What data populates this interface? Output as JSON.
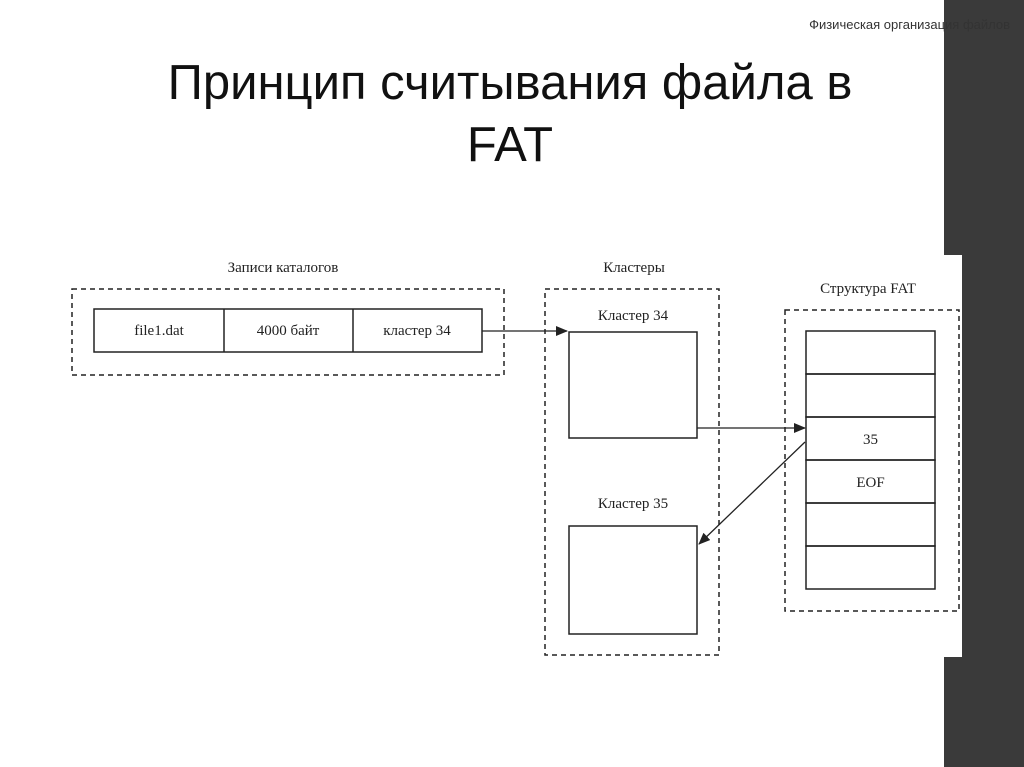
{
  "header": {
    "topic": "Физическая организация файлов",
    "title_line1": "Принцип считывания файла в",
    "title_line2": "FAT"
  },
  "diagram": {
    "directory_group_label": "Записи каталогов",
    "directory_entry": {
      "file_name": "file1.dat",
      "file_size": "4000 байт",
      "first_cluster": "кластер 34"
    },
    "clusters_group_label": "Кластеры",
    "cluster_34_label": "Кластер 34",
    "cluster_35_label": "Кластер 35",
    "fat_group_label": "Структура FAT",
    "fat_entries": [
      "",
      "",
      "35",
      "EOF",
      "",
      ""
    ]
  },
  "colors": {
    "side_bar": "#3a3a3a",
    "line": "#222222",
    "background": "#ffffff"
  }
}
